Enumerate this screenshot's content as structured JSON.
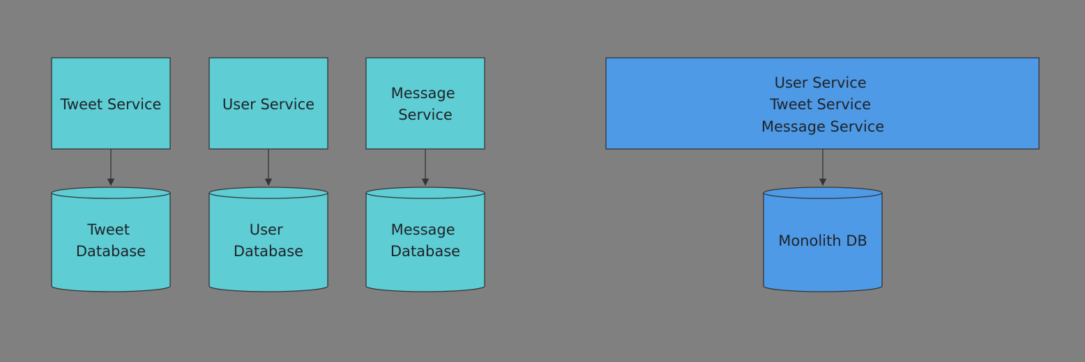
{
  "colors": {
    "background": "#808080",
    "microservice_fill": "#5ecdd4",
    "monolith_fill": "#4f9ae6",
    "stroke": "#333333",
    "text": "#1e2328"
  },
  "microservices": [
    {
      "service": {
        "lines": [
          "Tweet Service"
        ]
      },
      "database": {
        "lines": [
          "Tweet",
          "Database"
        ]
      }
    },
    {
      "service": {
        "lines": [
          "User Service"
        ]
      },
      "database": {
        "lines": [
          "User",
          "Database"
        ]
      }
    },
    {
      "service": {
        "lines": [
          "Message",
          "Service"
        ]
      },
      "database": {
        "lines": [
          "Message",
          "Database"
        ]
      }
    }
  ],
  "monolith": {
    "service": {
      "lines": [
        "User Service",
        "Tweet Service",
        "Message Service"
      ]
    },
    "database": {
      "lines": [
        "Monolith DB"
      ]
    }
  }
}
